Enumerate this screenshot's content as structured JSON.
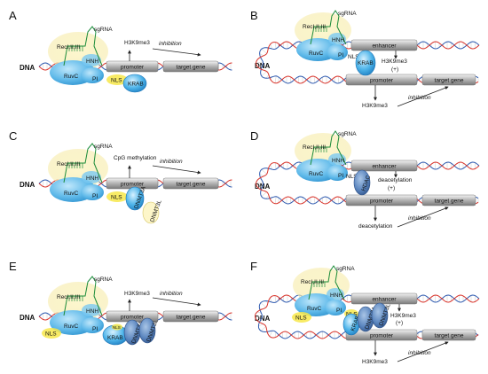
{
  "panels": {
    "A": {
      "letter": "A",
      "dna": "DNA",
      "sgrna": "sgRNA",
      "rec": "RecI,II,III",
      "hnh": "HNH",
      "ruvc": "RuvC",
      "pi": "PI",
      "nls": "NLS",
      "effector": "KRAB",
      "mark": "H3K9me3",
      "inhibition": "inhibition",
      "promoter": "promoter",
      "target": "target gene"
    },
    "B": {
      "letter": "B",
      "dna": "DNA",
      "sgrna": "sgRNA",
      "rec": "RecI,II,III",
      "hnh": "HNH",
      "ruvc": "RuvC",
      "pi": "PI",
      "nls": "NLS",
      "effector": "KRAB",
      "enhancer": "enhancer",
      "mark_top": "H3K9me3",
      "plus": "(+)",
      "promoter": "promoter",
      "target": "target gene",
      "mark_bottom": "H3K9me3",
      "inhibition": "inhibition"
    },
    "C": {
      "letter": "C",
      "dna": "DNA",
      "sgrna": "sgRNA",
      "rec": "RecI,II,III",
      "hnh": "HNH",
      "ruvc": "RuvC",
      "pi": "PI",
      "nls": "NLS",
      "effector1": "DNMT3A",
      "effector2": "DNMT3L",
      "mark": "CpG methylation",
      "inhibition": "inhibition",
      "promoter": "promoter",
      "target": "target gene"
    },
    "D": {
      "letter": "D",
      "dna": "DNA",
      "sgrna": "sgRNA",
      "rec": "RecI,II,III",
      "hnh": "HNH",
      "ruvc": "RuvC",
      "pi": "PI",
      "nls": "NLS",
      "effector": "HDAC",
      "enhancer": "enhancer",
      "mark_top": "deacetylation",
      "plus": "(+)",
      "promoter": "promoter",
      "target": "target gene",
      "mark_bottom": "deacetylation",
      "inhibition": "inhibition"
    },
    "E": {
      "letter": "E",
      "dna": "DNA",
      "sgrna": "sgRNA",
      "rec": "RecI,II,III",
      "hnh": "HNH",
      "ruvc": "RuvC",
      "pi": "PI",
      "nls_left": "NLS",
      "nls_small": "NLS",
      "effector1": "KRAB",
      "effector2": "DNMT3A",
      "effector3": "DNMT3L",
      "mark": "H3K9me3",
      "inhibition": "inhibition",
      "promoter": "promoter",
      "target": "target gene"
    },
    "F": {
      "letter": "F",
      "dna": "DNA",
      "sgrna": "sgRNA",
      "rec": "RecI,II,III",
      "hnh": "HNH",
      "ruvc": "RuvC",
      "pi": "PI",
      "nls_left": "NLS",
      "nls_right": "NLS",
      "effector1": "KRAB",
      "effector2": "DNMT3A",
      "effector3": "DNMT3L",
      "enhancer": "enhancer",
      "mark_top": "H3K9me3",
      "plus": "(+)",
      "promoter": "promoter",
      "target": "target gene",
      "mark_bottom": "H3K9me3",
      "inhibition": "inhibition"
    }
  },
  "colors": {
    "halo": "#fbf3bf",
    "cas_blue": "#3da7e0",
    "cas_light": "#8fd3f4",
    "nls_yellow": "#f7e84a",
    "bar_gray": "#a9a9a9",
    "strand_red": "#d9342b",
    "strand_blue": "#2f5bb0",
    "hdac_blue": "#3a6aa8"
  }
}
